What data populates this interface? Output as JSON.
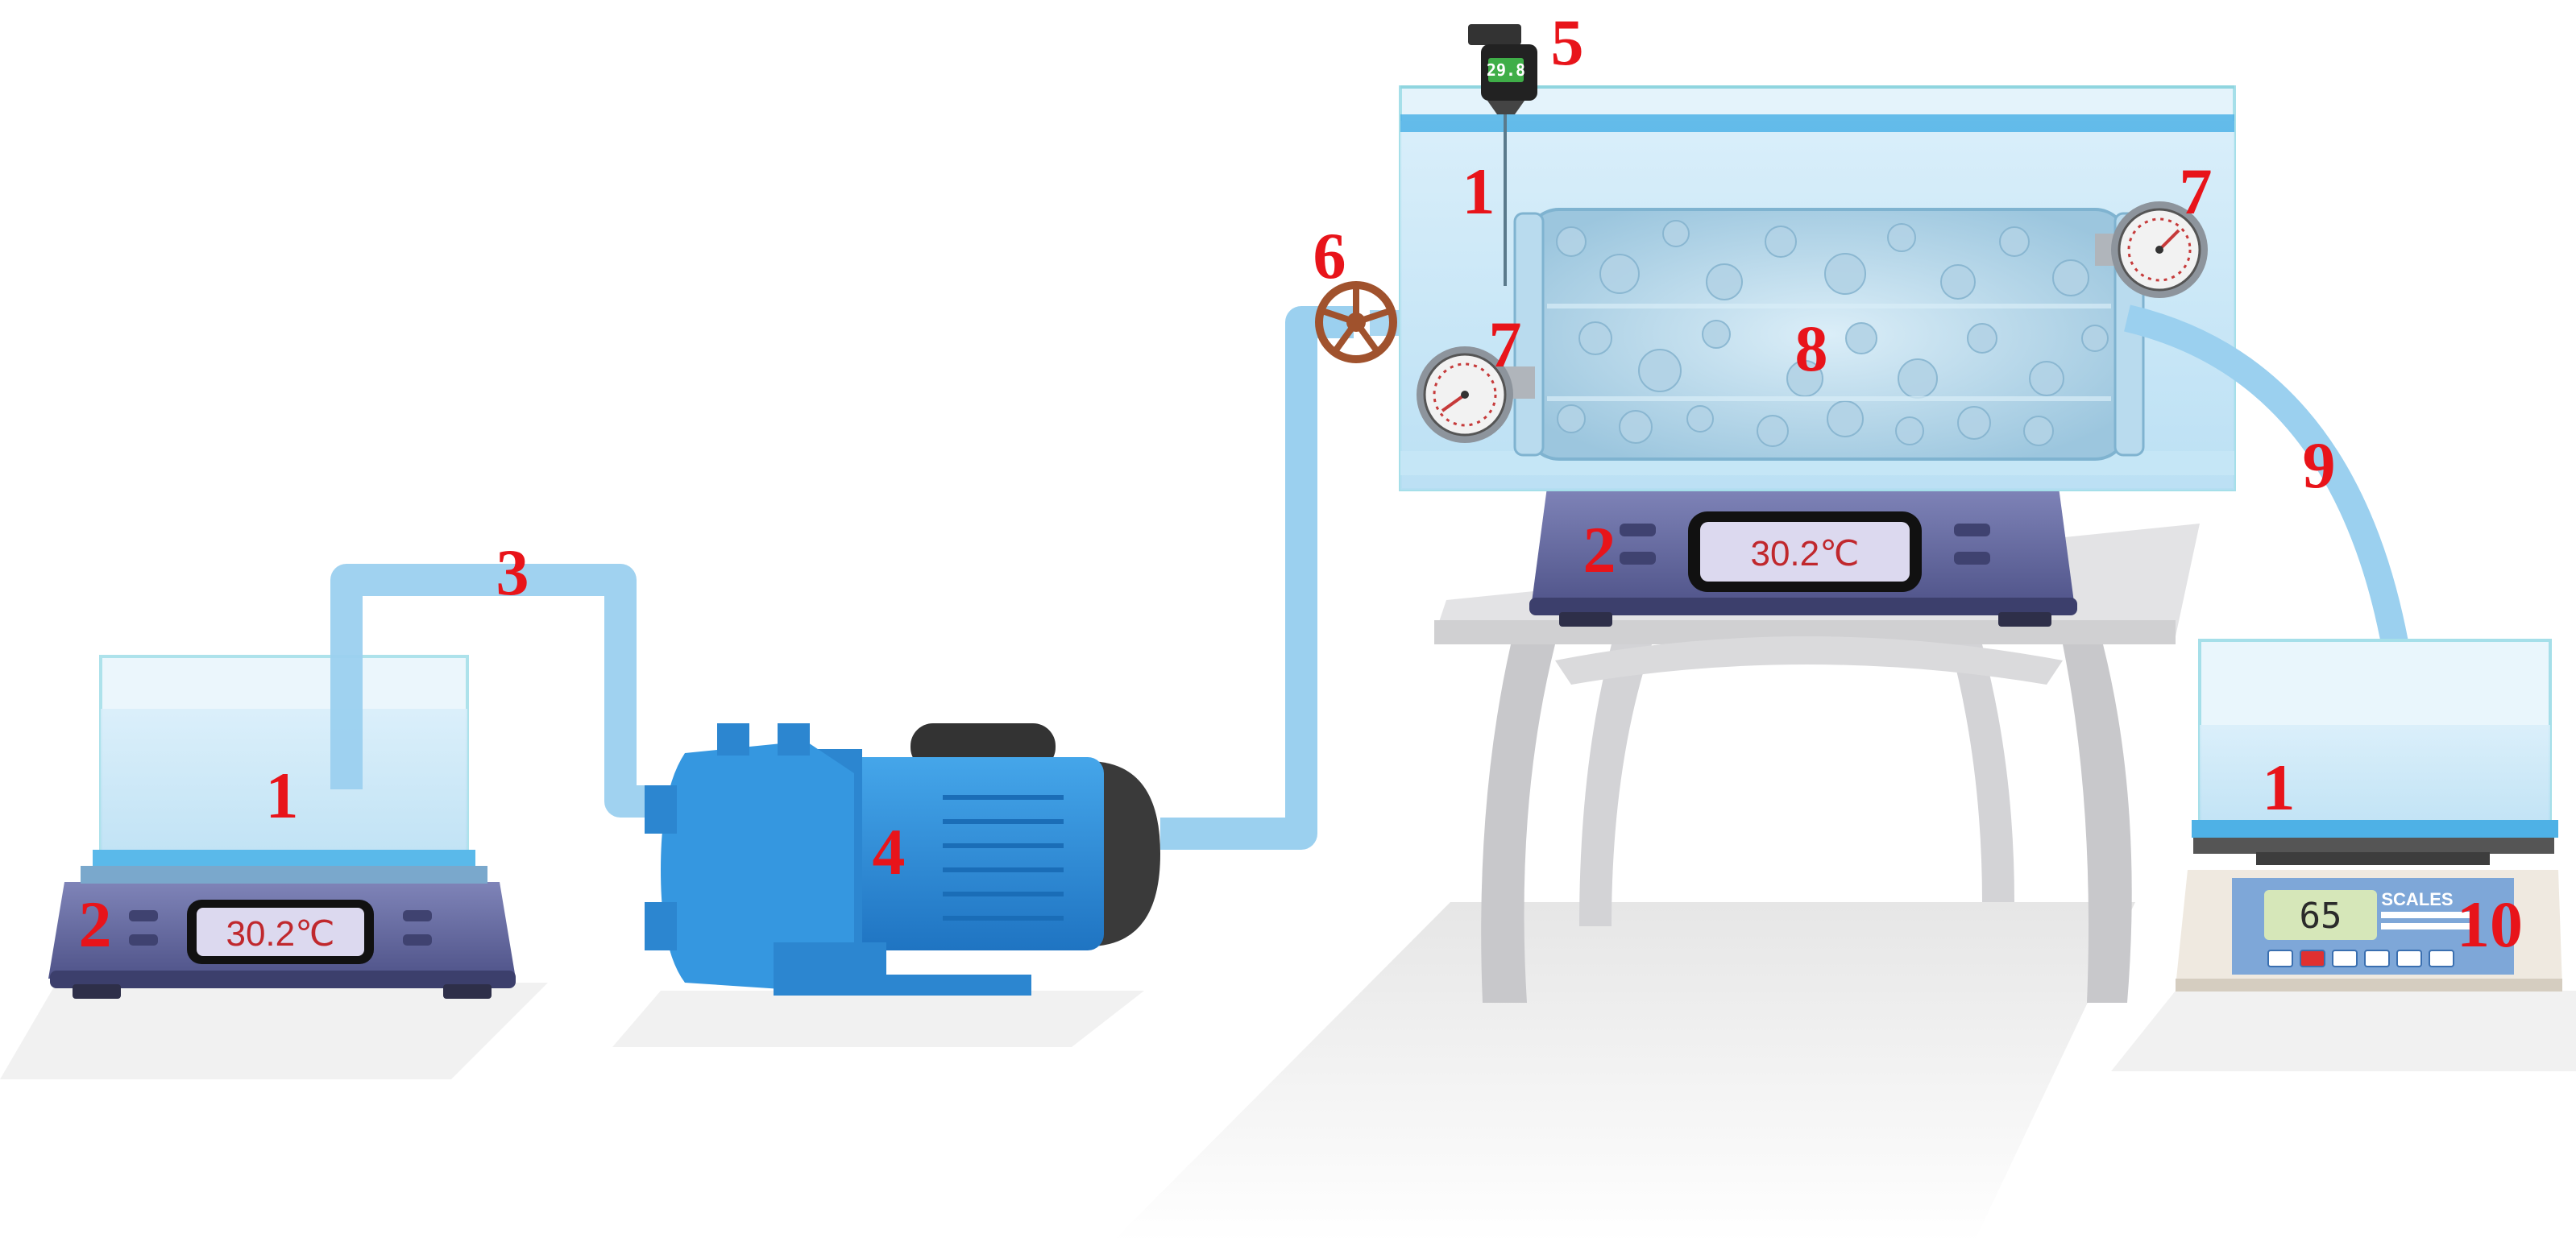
{
  "colors": {
    "label": "#e8141a",
    "water": "#9fd3ef",
    "pipe": "#8cc8ec",
    "pump": "#2f8fd8",
    "heater_body": "#5a5e93",
    "valve": "#a0522d",
    "table": "#d4d4d6"
  },
  "labels": {
    "tank_left": "1",
    "heater_left": "2",
    "pipe_inlet": "3",
    "pump": "4",
    "sensor": "5",
    "valve": "6",
    "gauge_left": "7",
    "gauge_right": "7",
    "specimen": "8",
    "pipe_outlet": "9",
    "tank_main": "1",
    "heater_main": "2",
    "tank_right": "1",
    "scale": "10"
  },
  "displays": {
    "heater_left_temp": "30.2℃",
    "heater_main_temp": "30.2℃",
    "sensor_reading": "29.8",
    "scale_reading": "65",
    "scale_brand": "SCALES"
  },
  "icons": {
    "heater": "heating-plate-icon",
    "pump": "water-pump-icon",
    "valve": "valve-wheel-icon",
    "gauge": "pressure-gauge-icon",
    "sensor": "temperature-sensor-icon",
    "scale": "weighing-scale-icon"
  }
}
